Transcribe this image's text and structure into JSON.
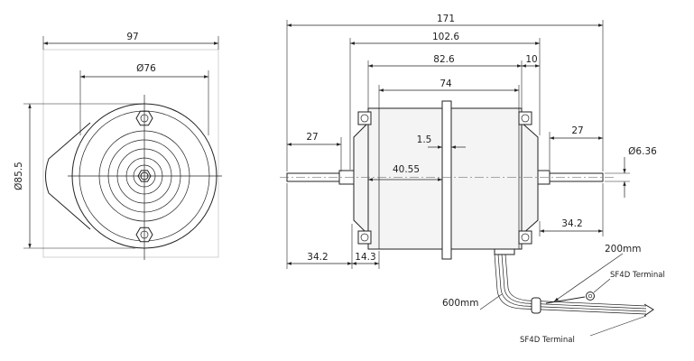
{
  "colors": {
    "line": "#222222",
    "background": "#ffffff"
  },
  "front_view": {
    "width_label": "97",
    "inner_diameter_label": "Ø76",
    "outer_diameter_label": "Ø85.5"
  },
  "side_view": {
    "overall_length": "171",
    "body_length": "102.6",
    "core_length": "82.6",
    "cap_offset": "10",
    "stator_length": "74",
    "left_shaft": "27",
    "flange_thickness": "1.5",
    "flange_position": "40.55",
    "right_shaft": "27",
    "shaft_diameter": "Ø6.36",
    "right_shaft_total": "34.2",
    "left_shaft_total": "34.2",
    "left_cap": "14.3"
  },
  "wiring": {
    "lead_short": "200mm",
    "terminal_upper": "SF4D Terminal",
    "lead_long": "600mm",
    "terminal_lower": "SF4D Terminal"
  }
}
